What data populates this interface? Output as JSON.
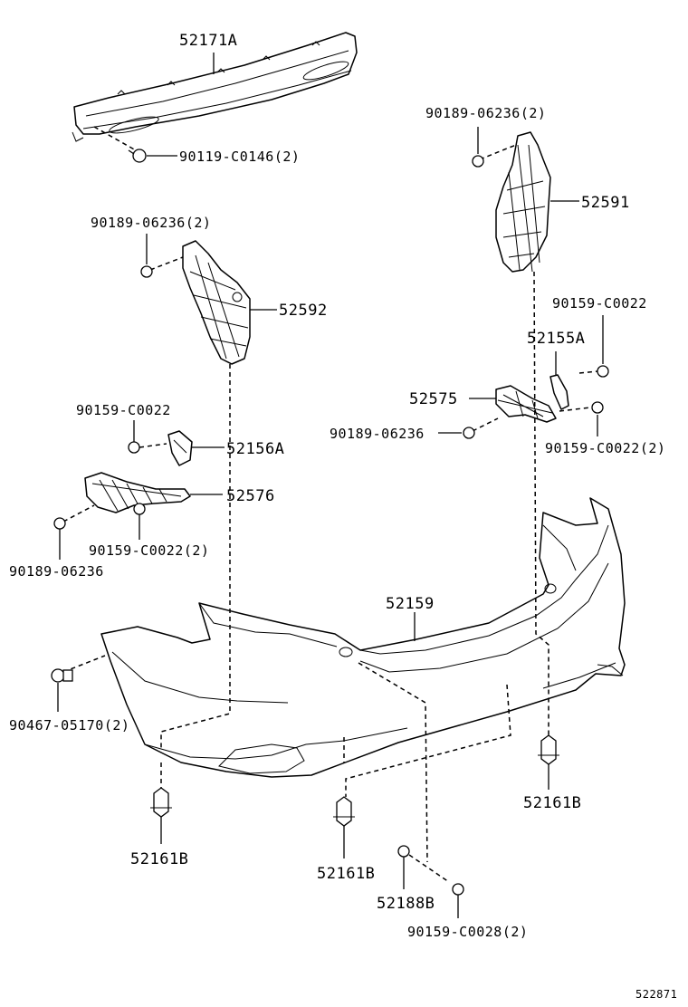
{
  "labels": {
    "p52171A": "52171A",
    "p90119": "90119-C0146(2)",
    "p90189_a": "90189-06236(2)",
    "p52591": "52591",
    "p90189_b": "90189-06236(2)",
    "p52592": "52592",
    "p90159_a": "90159-C0022",
    "p52155A": "52155A",
    "p52575": "52575",
    "p90189_c": "90189-06236",
    "p90159_b": "90159-C0022(2)",
    "p90159_c": "90159-C0022",
    "p52156A": "52156A",
    "p52576": "52576",
    "p90159_d": "90159-C0022(2)",
    "p90189_d": "90189-06236",
    "p52159": "52159",
    "p90467": "90467-05170(2)",
    "p52161B_a": "52161B",
    "p52161B_b": "52161B",
    "p52161B_c": "52161B",
    "p52188B": "52188B",
    "p90159_e": "90159-C0028(2)",
    "ref": "522871"
  }
}
